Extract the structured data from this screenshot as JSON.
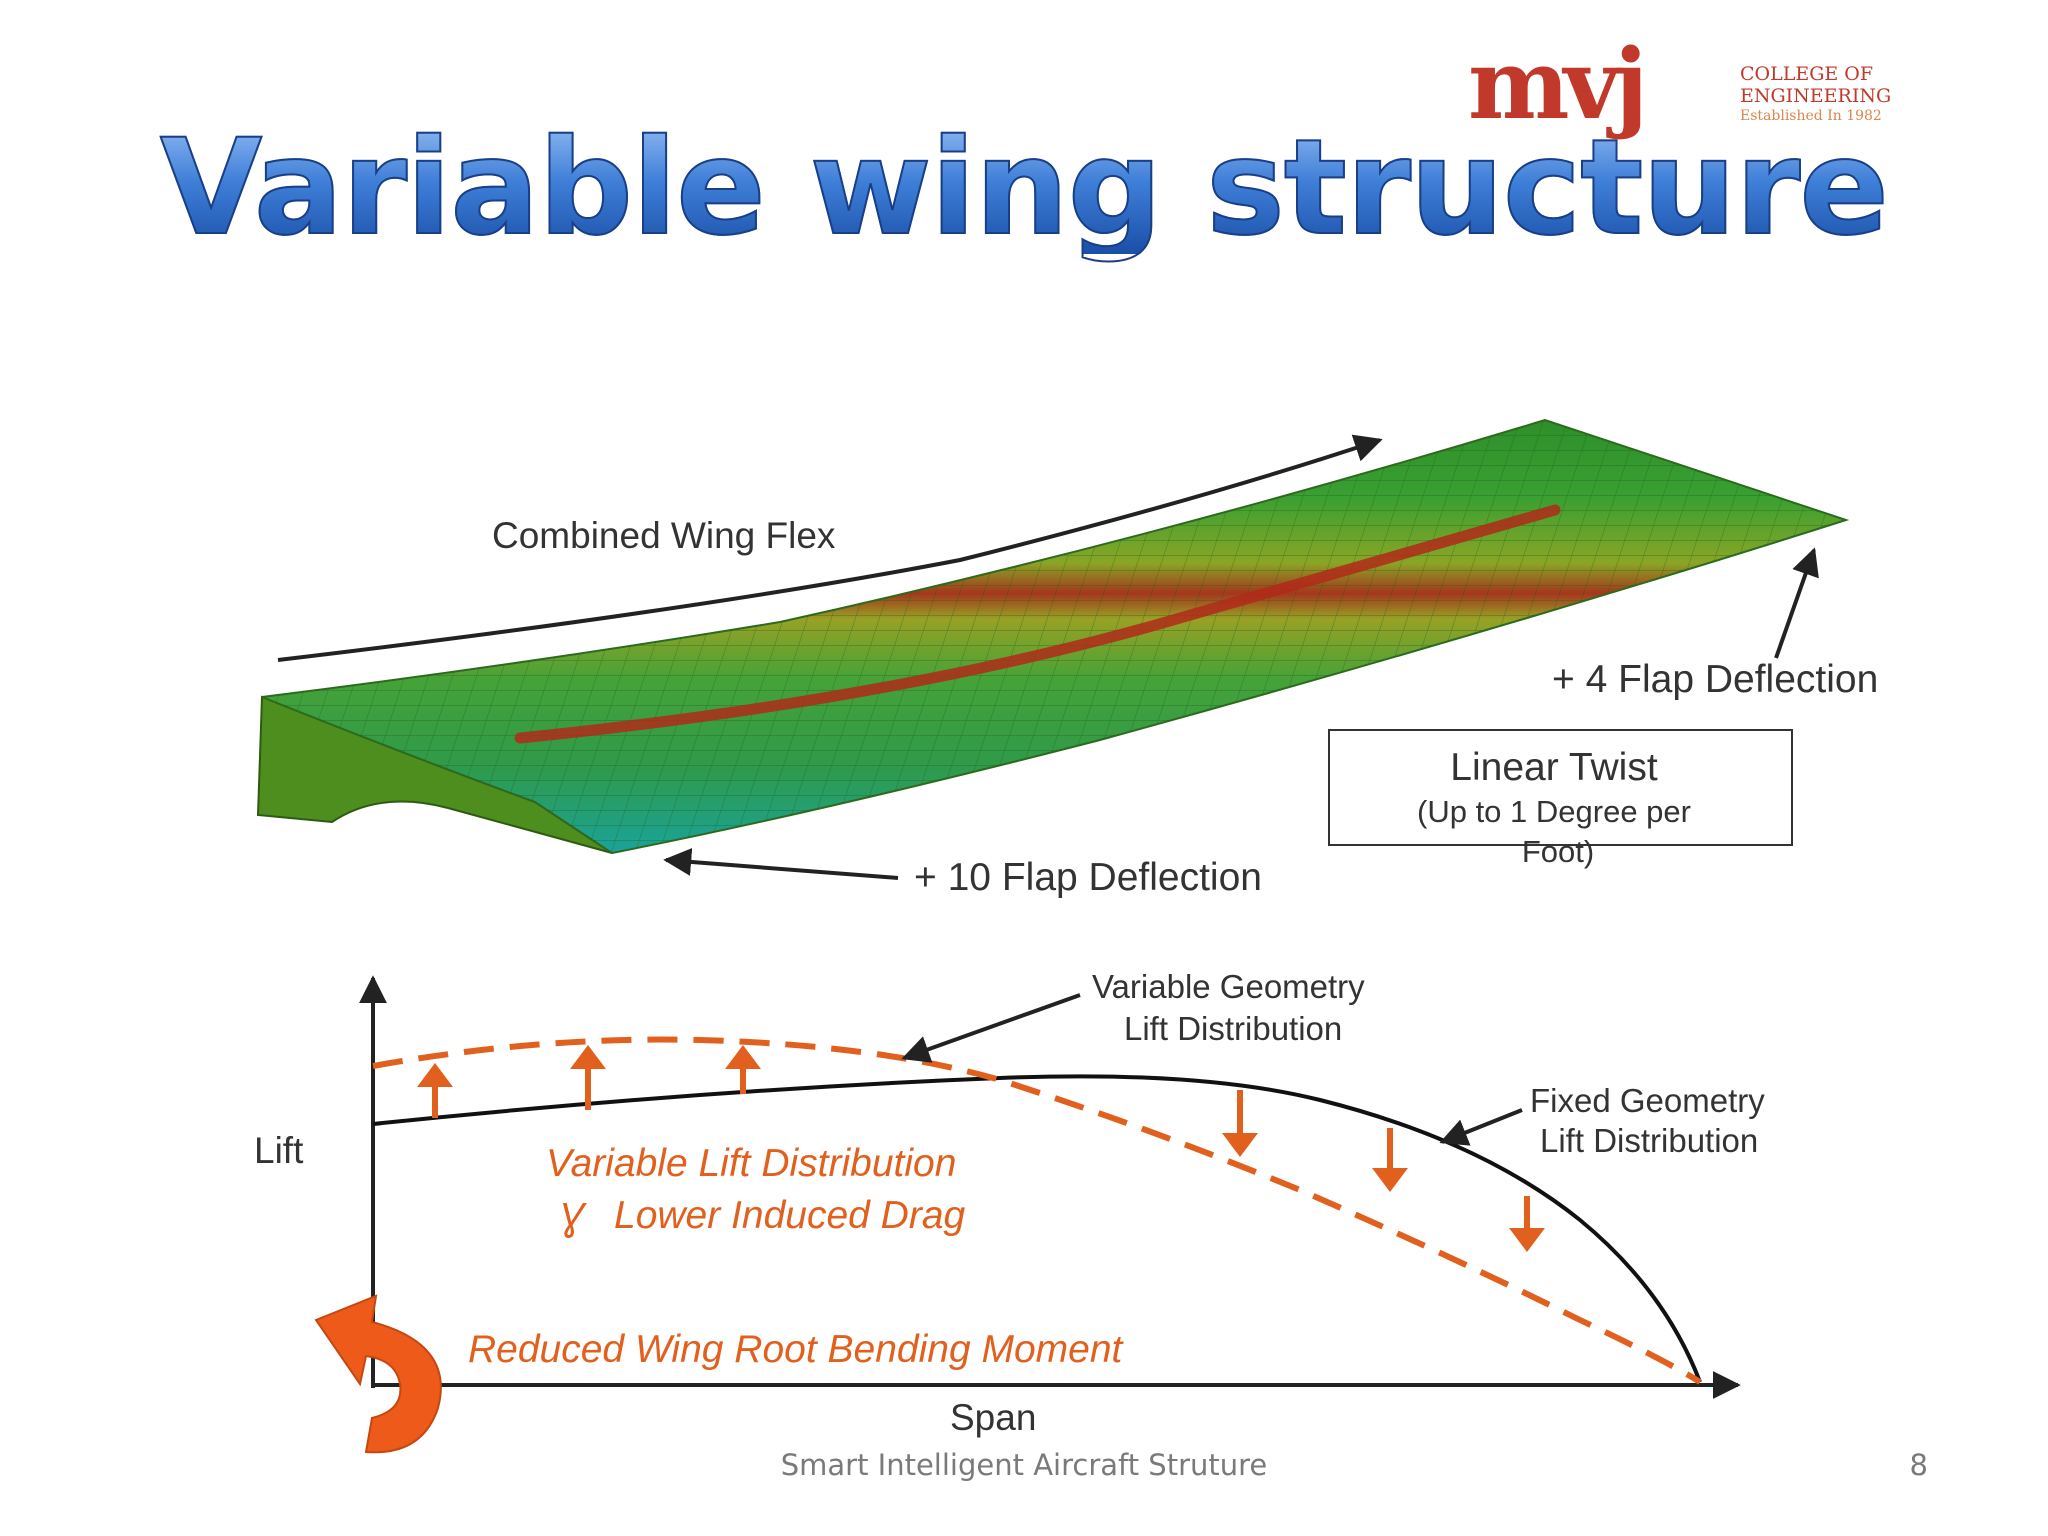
{
  "logo": {
    "mark": "mvj",
    "line1": "COLLEGE OF",
    "line2": "ENGINEERING",
    "line3": "Established In 1982",
    "color_mark": "#c0392b",
    "color_text": "#c0392b"
  },
  "title": "Variable wing structure",
  "wing": {
    "combined_flex": "Combined Wing Flex",
    "flap_4": "+ 4 Flap Deflection",
    "flap_10": "+ 10 Flap Deflection",
    "twist_title": "Linear Twist",
    "twist_sub1": "(Up to 1 Degree per",
    "twist_sub2": "Foot)"
  },
  "lift_chart": {
    "ylabel": "Lift",
    "xlabel": "Span",
    "variable_label_1": "Variable Geometry",
    "variable_label_2": "Lift Distribution",
    "fixed_label_1": "Fixed Geometry",
    "fixed_label_2": "Lift Distribution",
    "note_1": "Variable Lift Distribution",
    "note_2": "Lower Induced Drag",
    "note_symbol": "Ɣ",
    "moment_note": "Reduced Wing Root Bending Moment",
    "accent_color": "#e2601e"
  },
  "footer": {
    "text": "Smart Intelligent Aircraft Struture",
    "page": "8"
  }
}
